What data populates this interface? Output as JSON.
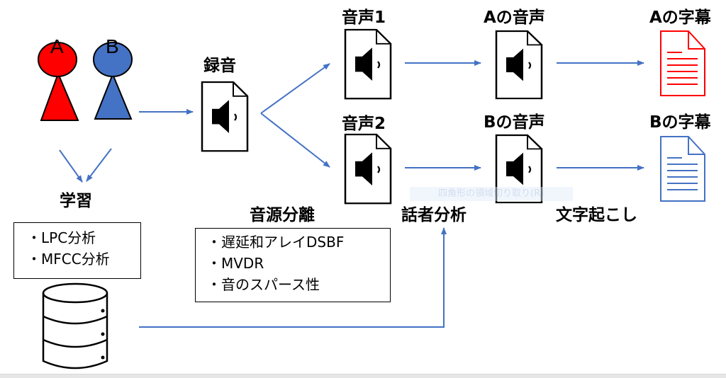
{
  "colors": {
    "speaker_a": "#ff0000",
    "speaker_b": "#4472c4",
    "arrow": "#4472c4",
    "outline": "#000000"
  },
  "speakers": [
    {
      "label": "A"
    },
    {
      "label": "B"
    }
  ],
  "stages": {
    "learning": "学習",
    "recording": "録音",
    "source_separation": "音源分離",
    "speaker_analysis": "話者分析",
    "transcription": "文字起こし"
  },
  "files": {
    "voice1": "音声1",
    "voice2": "音声2",
    "voice_a": "Aの音声",
    "voice_b": "Bの音声",
    "caption_a": "Aの字幕",
    "caption_b": "Bの字幕"
  },
  "learning_methods": [
    "・LPC分析",
    "・MFCC分析"
  ],
  "separation_methods": [
    "・遅延和アレイDSBF",
    "・MVDR",
    "・音のスパース性"
  ],
  "ghost_tooltip": "四角形の領域切り取り(R)",
  "icons": {
    "audio_file": "speaker-file-icon",
    "text_file": "document-lines-icon",
    "database": "database-icon",
    "person": "person-icon"
  }
}
